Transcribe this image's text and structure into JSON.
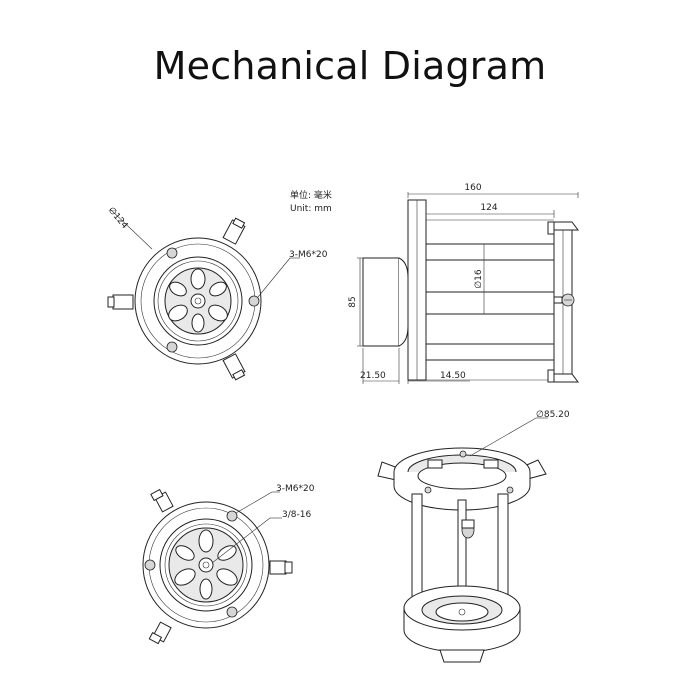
{
  "title": "Mechanical Diagram",
  "unit_cn": "单位: 毫米",
  "unit_en": "Unit: mm",
  "top_view": {
    "diameter_label": "∅124",
    "screw_label": "3-M6*20"
  },
  "side_view": {
    "overall_width": "160",
    "body_width": "124",
    "height": "85",
    "rod_diameter": "∅16",
    "left_offset": "21.50",
    "right_offset": "14.50"
  },
  "bottom_view": {
    "screw_label": "3-M6*20",
    "thread_label": "3/8-16"
  },
  "iso_view": {
    "diameter_label": "∅85.20"
  }
}
